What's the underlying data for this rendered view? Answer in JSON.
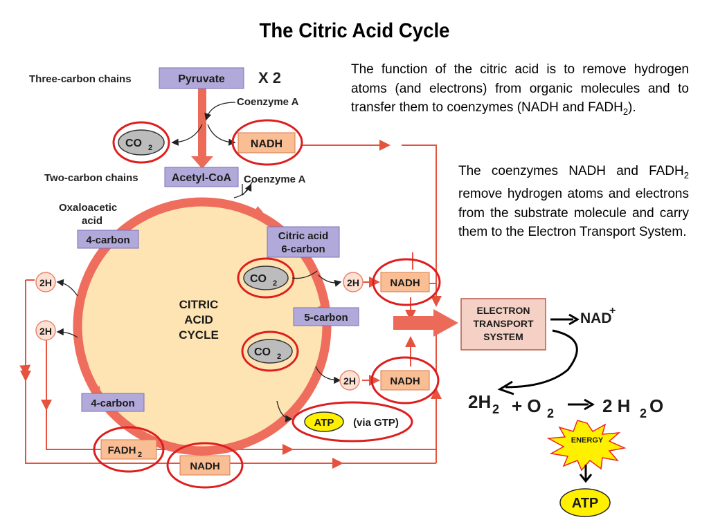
{
  "title": "The Citric Acid Cycle",
  "description_1": {
    "text": "The function of the citric acid is to remove hydrogen atoms (and electrons) from organic molecules and to transfer them to coenzymes (NADH and FADH",
    "sub": "2",
    "tail": ")."
  },
  "description_2": {
    "line1": "The coenzymes NADH and FADH",
    "sub": "2",
    "line1_rest": " remove hydrogen atoms and electrons from the substrate molecule and carry them to the Electron Transport System."
  },
  "labels": {
    "three_carbon_chains": "Three-carbon chains",
    "pyruvate": "Pyruvate",
    "times_two": "X 2",
    "coenzyme_a_top": "Coenzyme A",
    "two_carbon_chains": "Two-carbon chains",
    "acetyl_coa": "Acetyl-CoA",
    "coenzyme_a_side": "Coenzyme A",
    "oxaloacetic_line1": "Oxaloacetic",
    "oxaloacetic_line2": "acid",
    "four_carbon_top": "4-carbon",
    "four_carbon_bottom": "4-carbon",
    "citric_acid_line1": "Citric acid",
    "citric_acid_line2": "6-carbon",
    "five_carbon": "5-carbon",
    "cycle_line1": "CITRIC",
    "cycle_line2": "ACID",
    "cycle_line3": "CYCLE",
    "co2_main": "CO",
    "co2_sub": "2",
    "nadh": "NADH",
    "fadh_main": "FADH",
    "fadh_sub": "2",
    "two_h": "2H",
    "atp_small": "ATP",
    "via_gtp": "(via GTP)",
    "ets_line1": "ELECTRON",
    "ets_line2": "TRANSPORT",
    "ets_line3": "SYSTEM",
    "nad_plus_main": "NAD",
    "nad_plus_sup": "+",
    "eq_2h": "2H",
    "eq_sub2": "2",
    "eq_plus_o": "+ O",
    "eq_2h2o": "2 H",
    "eq_o": "O",
    "energy": "ENERGY",
    "atp_final": "ATP"
  },
  "colors": {
    "arrow_red": "#e5533f",
    "circle_fill": "#fde4b2",
    "circle_stroke": "#ee6d5c",
    "purple_box": "#b1a9d9",
    "orange_box": "#f9be94",
    "highlight_red": "#dd1e1e",
    "ets_box": "#f5d0c4",
    "atp_yellow": "#fff000",
    "energy_burst": "#fff000"
  }
}
